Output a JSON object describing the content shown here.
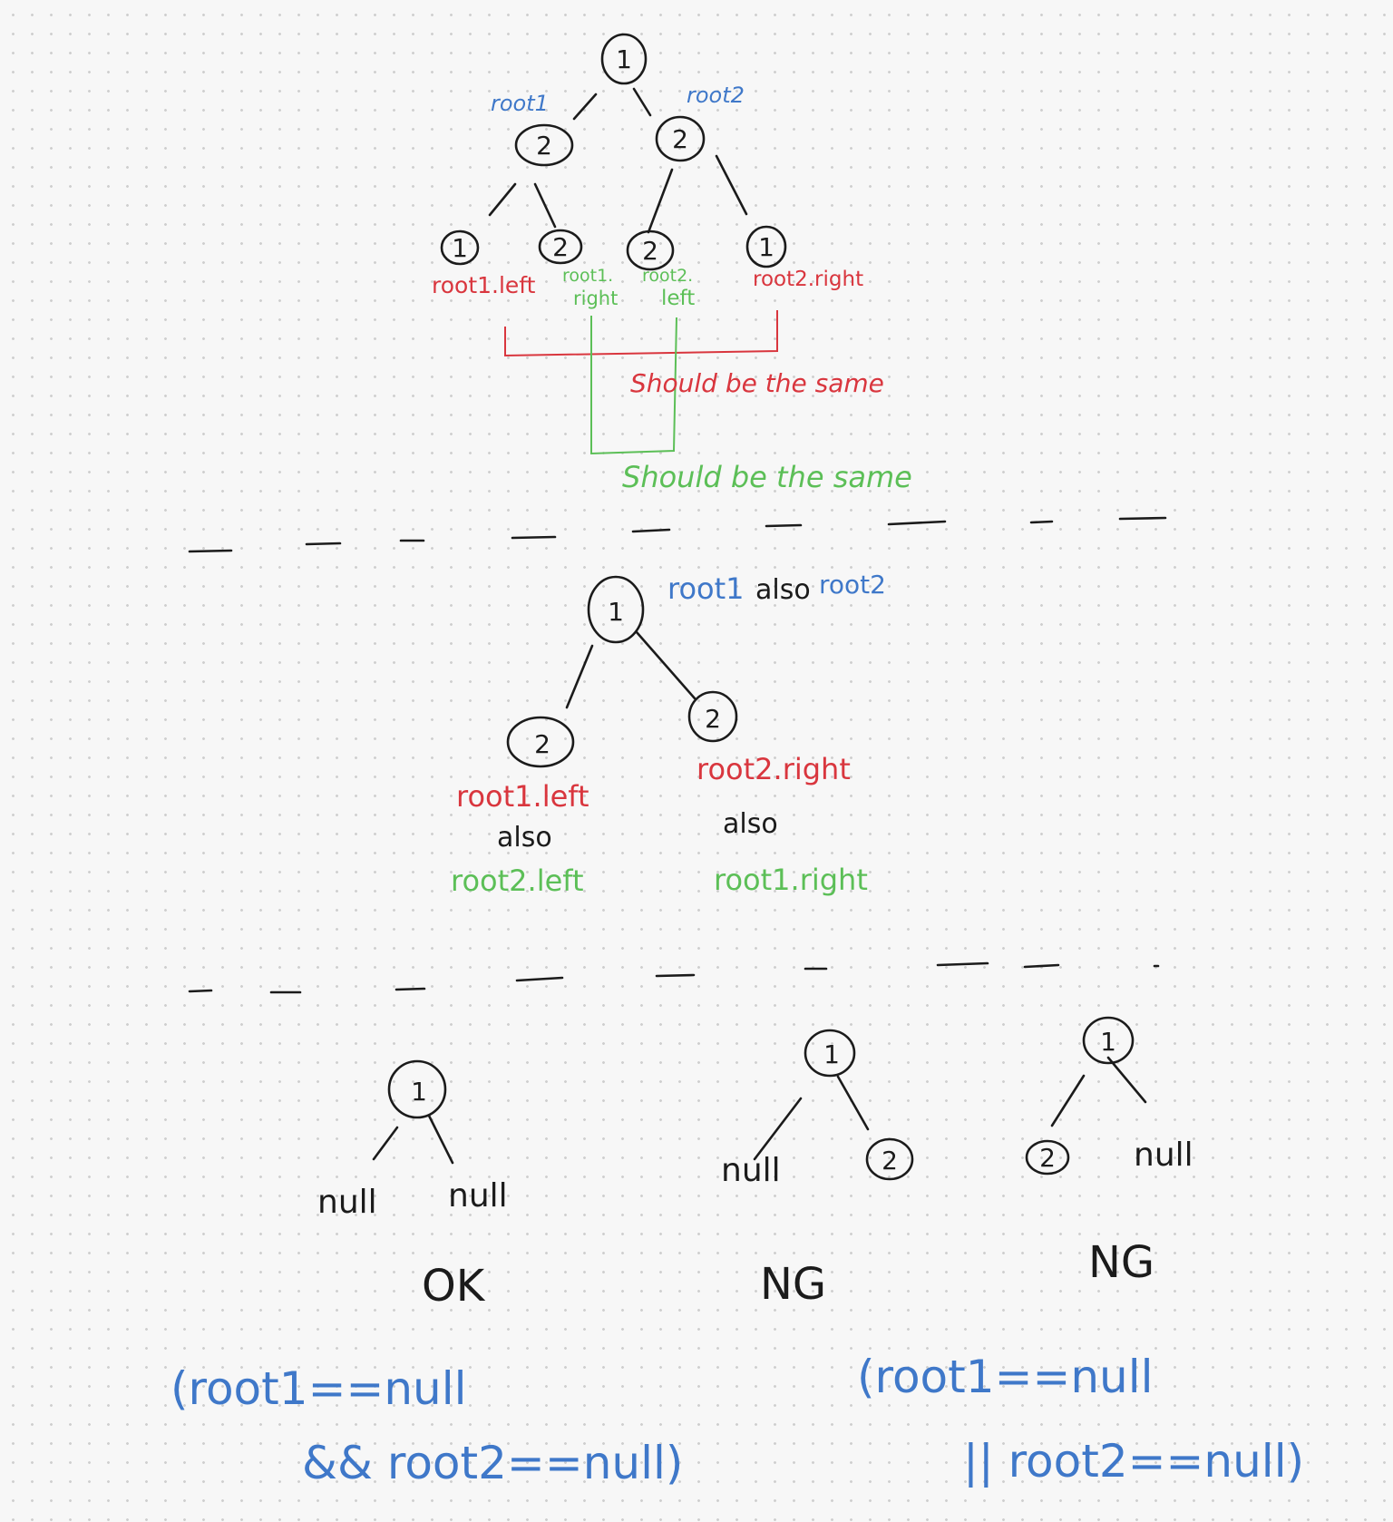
{
  "colors": {
    "ink": "#1b1b1b",
    "red": "#d9363e",
    "green": "#5cbf57",
    "blue": "#3f78c9"
  },
  "section1": {
    "root": "1",
    "left_child": "2",
    "right_child": "2",
    "ll": "1",
    "lr": "2",
    "rl": "2",
    "rr": "1",
    "label_root1": "root1",
    "label_root2": "root2",
    "label_root1_left": "root1.left",
    "label_root1_right_a": "root1.",
    "label_root1_right_b": "right",
    "label_root2_left_a": "root2.",
    "label_root2_left_b": "left",
    "label_root2_right": "root2.right",
    "red_note": "Should be the same",
    "green_note": "Should be the same"
  },
  "section2": {
    "root": "1",
    "left": "2",
    "right": "2",
    "root_label_a": "root1",
    "root_label_also": "also",
    "root_label_b": "root2",
    "left_label_a": "root1.left",
    "left_label_also": "also",
    "left_label_b": "root2.left",
    "right_label_a": "root2.right",
    "right_label_also": "also",
    "right_label_b": "root1.right"
  },
  "section3": {
    "tree1": {
      "root": "1",
      "left": "null",
      "right": "null",
      "verdict": "OK"
    },
    "tree2": {
      "root": "1",
      "left": "null",
      "right": "2",
      "verdict": "NG"
    },
    "tree3": {
      "root": "1",
      "left": "2",
      "right": "null",
      "verdict": "NG"
    },
    "cond_and_line1": "(root1==null",
    "cond_and_line2": "&& root2==null)",
    "cond_or_line1": "(root1==null",
    "cond_or_line2": "|| root2==null)"
  }
}
